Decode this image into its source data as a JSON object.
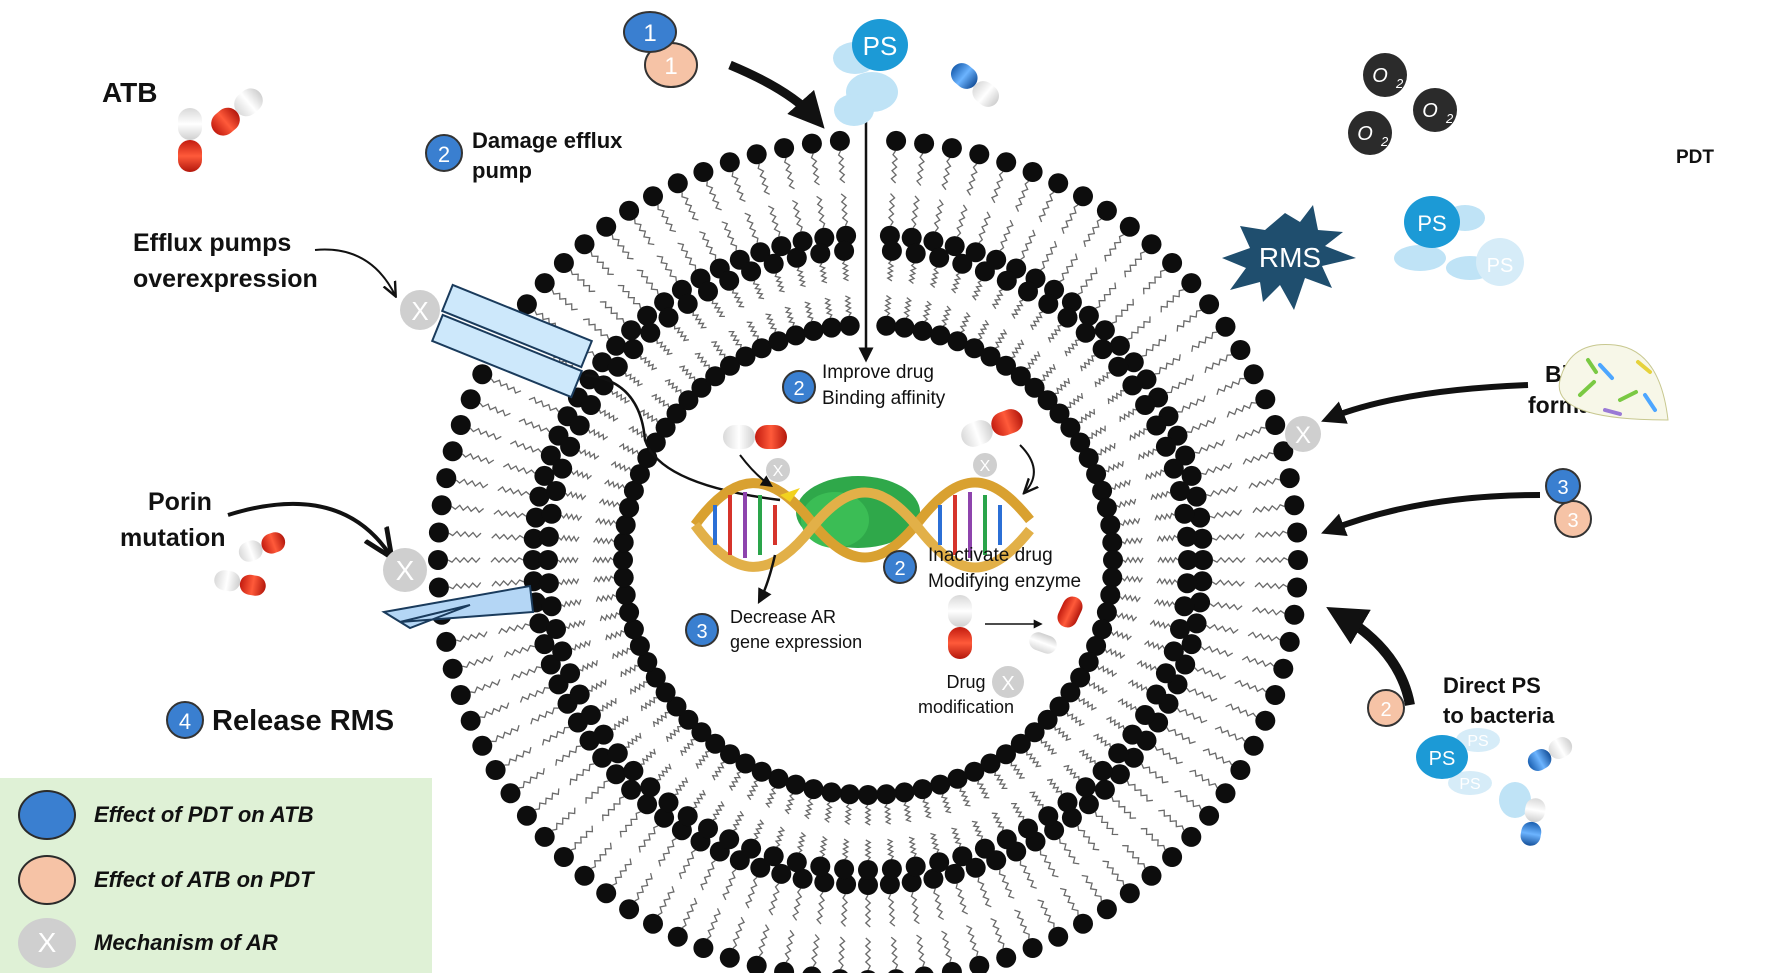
{
  "labels": {
    "atb": "ATB",
    "pdt": "PDT",
    "damage_efflux_1": "Damage efflux",
    "damage_efflux_2": "pump",
    "efflux_over_1": "Efflux pumps",
    "efflux_over_2": "overexpression",
    "porin_1": "Porin",
    "porin_2": "mutation",
    "release_rms": "Release RMS",
    "improve_1": "Improve drug",
    "improve_2": "Binding affinity",
    "inactivate_1": "Inactivate drug",
    "inactivate_2": "Modifying enzyme",
    "decrease_1": "Decrease AR",
    "decrease_2": "gene expression",
    "drug_mod_1": "Drug",
    "drug_mod_2": "modification",
    "biofilm_1": "Biofilm",
    "biofilm_2": "formation",
    "direct_1": "Direct PS",
    "direct_2": "to bacteria",
    "rms": "RMS",
    "ps": "PS",
    "o2": "O",
    "o2_sub": "2",
    "x": "X"
  },
  "badges": {
    "one": "1",
    "two": "2",
    "three": "3",
    "four": "4"
  },
  "legend": {
    "pdt_on_atb": "Effect of PDT on ATB",
    "atb_on_pdt": "Effect of ATB on PDT",
    "mechanism": "Mechanism of AR",
    "x": "X"
  },
  "colors": {
    "blue_badge": "#3a7fd0",
    "peach_badge": "#f6c3a6",
    "gray_x": "#cfcfcf",
    "ps_blue": "#1c9ad6",
    "ps_light": "#bfe3f6",
    "rms_star": "#1f4e6e",
    "legend_bg": "#dff1d6"
  }
}
